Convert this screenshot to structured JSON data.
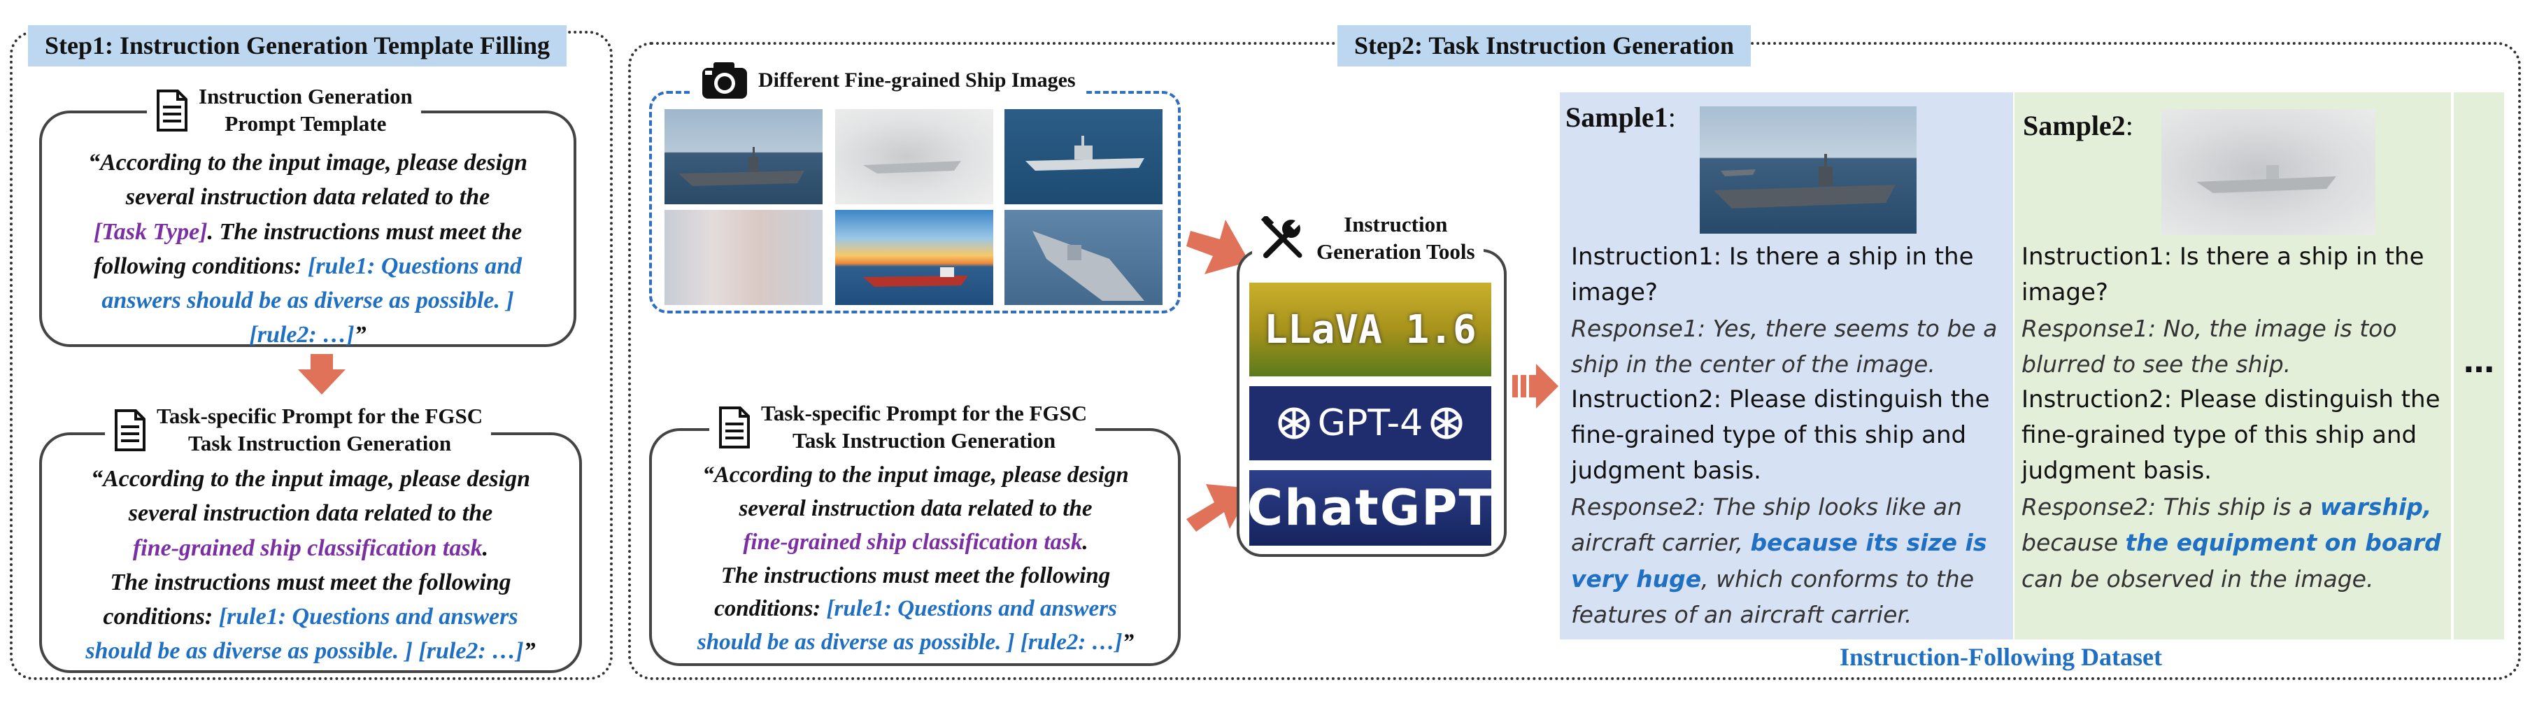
{
  "step1": {
    "label": "Step1: Instruction Generation Template Filling",
    "template_title_line1": "Instruction Generation",
    "template_title_line2": "Prompt Template",
    "template_text": {
      "l1": "“According to the input image, please design",
      "l2": "several instruction data related to the",
      "l3a": "[Task Type]",
      "l3b": ". The instructions must meet the",
      "l4a": "following conditions: ",
      "l4b": "[rule1: Questions and",
      "l5": "answers should be as diverse as possible. ]",
      "l6a": "[rule2: …]",
      "l6b": "”"
    },
    "specific_title_line1": "Task-specific Prompt for the FGSC",
    "specific_title_line2": "Task Instruction Generation",
    "specific_text": {
      "l1": "“According to the input image, please design",
      "l2": "several instruction data related to the",
      "l3a": "fine-grained ship classification task",
      "l3b": ".",
      "l4": "The instructions must meet the following",
      "l5a": "conditions: ",
      "l5b": "[rule1: Questions and answers",
      "l6a": "should be as diverse as possible. ] [rule2: …]",
      "l6b": "”"
    }
  },
  "step2": {
    "label": "Step2: Task Instruction Generation",
    "images_title": "Different Fine-grained Ship Images",
    "specific_title_line1": "Task-specific Prompt for the FGSC",
    "specific_title_line2": "Task Instruction Generation",
    "specific_text": {
      "l1": "“According to the input image, please design",
      "l2": "several instruction data related to the",
      "l3a": "fine-grained ship classification task",
      "l3b": ".",
      "l4": "The instructions must meet the following",
      "l5a": "conditions: ",
      "l5b": "[rule1: Questions and answers",
      "l6a": "should be as diverse as possible. ] [rule2: …]",
      "l6b": "”"
    },
    "tools_title_line1": "Instruction",
    "tools_title_line2": "Generation Tools",
    "tools": [
      "LLaVA 1.6",
      "GPT-4",
      "ChatGPT"
    ],
    "dataset_label": "Instruction-Following Dataset",
    "ellipsis": "…",
    "samples": [
      {
        "name": "Sample1",
        "colon": ":",
        "instruction1": "Instruction1: Is there a ship in the image?",
        "response1": "Response1: Yes, there seems to be a ship in the center of the image.",
        "instruction2": "Instruction2: Please distinguish the fine-grained type of this ship and judgment basis.",
        "response2_a": "Response2: The ship looks like an aircraft carrier, ",
        "response2_b": "because its size is very huge",
        "response2_c": ", which conforms to the features of an aircraft carrier."
      },
      {
        "name": "Sample2",
        "colon": ":",
        "instruction1": "Instruction1: Is there a ship in the image?",
        "response1": "Response1: No, the image is too blurred to see the ship.",
        "instruction2": "Instruction2: Please distinguish the fine-grained type of this ship and judgment basis.",
        "response2_a": "Response2: This ship is a ",
        "response2_b": "warship,",
        "response2_c": " because ",
        "response2_d": "the equipment on board",
        "response2_e": " can be observed in the image."
      }
    ]
  },
  "colors": {
    "step_label_bg": "#bcd7ef",
    "arrow": "#e0725a",
    "sample1_bg": "#d6e1f3",
    "sample2_bg": "#e3efd9",
    "highlight_blue": "#1f6fc2",
    "highlight_purple": "#7a2fa3"
  }
}
